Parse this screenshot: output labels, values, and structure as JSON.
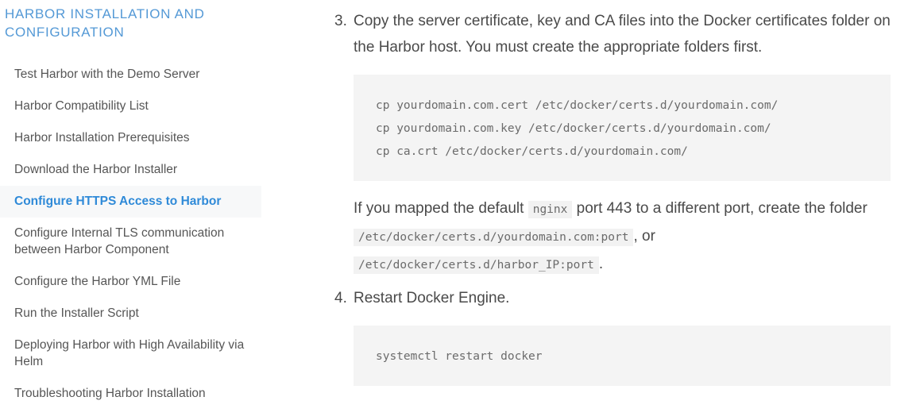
{
  "sidebar": {
    "title": "HARBOR INSTALLATION AND CONFIGURATION",
    "active_index": 4,
    "items": [
      {
        "label": "Test Harbor with the Demo Server"
      },
      {
        "label": "Harbor Compatibility List"
      },
      {
        "label": "Harbor Installation Prerequisites"
      },
      {
        "label": "Download the Harbor Installer"
      },
      {
        "label": "Configure HTTPS Access to Harbor"
      },
      {
        "label": "Configure Internal TLS communication between Harbor Component"
      },
      {
        "label": "Configure the Harbor YML File"
      },
      {
        "label": "Run the Installer Script"
      },
      {
        "label": "Deploying Harbor with High Availability via Helm"
      },
      {
        "label": "Troubleshooting Harbor Installation"
      }
    ]
  },
  "content": {
    "step3": {
      "marker": "3.",
      "text": "Copy the server certificate, key and CA files into the Docker certificates folder on the Harbor host. You must create the appropriate folders first."
    },
    "code_block_1": "cp yourdomain.com.cert /etc/docker/certs.d/yourdomain.com/\ncp yourdomain.com.key /etc/docker/certs.d/yourdomain.com/\ncp ca.crt /etc/docker/certs.d/yourdomain.com/",
    "note": {
      "part1": "If you mapped the default",
      "code1": "nginx",
      "part2": "port 443 to a different port, create the folder",
      "code2": "/etc/docker/certs.d/yourdomain.com:port",
      "part3": ", or",
      "code3": "/etc/docker/certs.d/harbor_IP:port",
      "part4": "."
    },
    "step4": {
      "marker": "4.",
      "text": "Restart Docker Engine."
    },
    "code_block_2": "systemctl restart docker"
  },
  "colors": {
    "accent": "#2f8ad8",
    "heading": "#5499d6",
    "body_text": "#4a4a4a",
    "code_bg": "#f4f4f4",
    "active_bg": "#f7f8f9"
  }
}
